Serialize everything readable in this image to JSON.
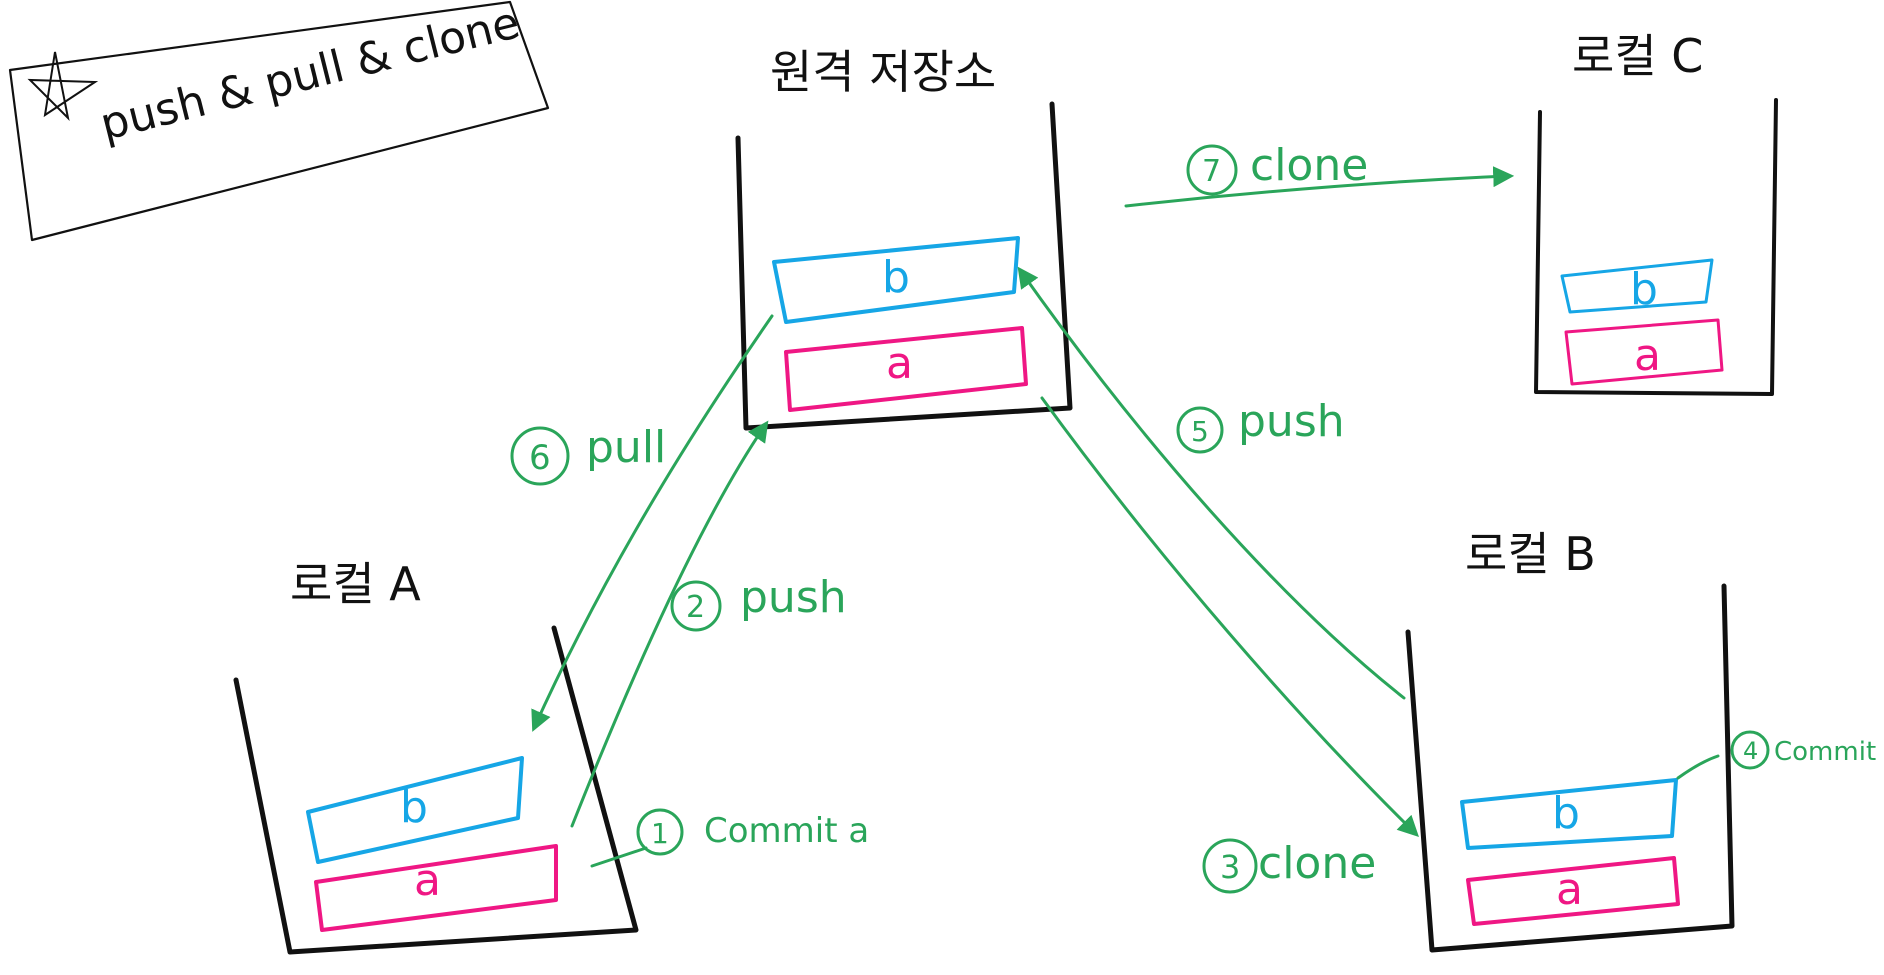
{
  "note": {
    "text": "push & pull & clone",
    "star_icon": "star-icon"
  },
  "remote": {
    "label": "원격 저장소"
  },
  "local_a": {
    "label": "로컬 A"
  },
  "local_b": {
    "label": "로컬 B"
  },
  "local_c": {
    "label": "로컬 C"
  },
  "commits": {
    "a": "a",
    "b": "b"
  },
  "steps": {
    "s1": {
      "num": "1",
      "label": "Commit a"
    },
    "s2": {
      "num": "2",
      "label": "push"
    },
    "s3": {
      "num": "3",
      "label": "clone"
    },
    "s4": {
      "num": "4",
      "label": "Commit b"
    },
    "s5": {
      "num": "5",
      "label": "push"
    },
    "s6": {
      "num": "6",
      "label": "pull"
    },
    "s7": {
      "num": "7",
      "label": "clone"
    }
  },
  "colors": {
    "ink": "#111111",
    "arrow": "#2aa55a",
    "commit_b": "#16a6e6",
    "commit_a": "#ef1784"
  }
}
